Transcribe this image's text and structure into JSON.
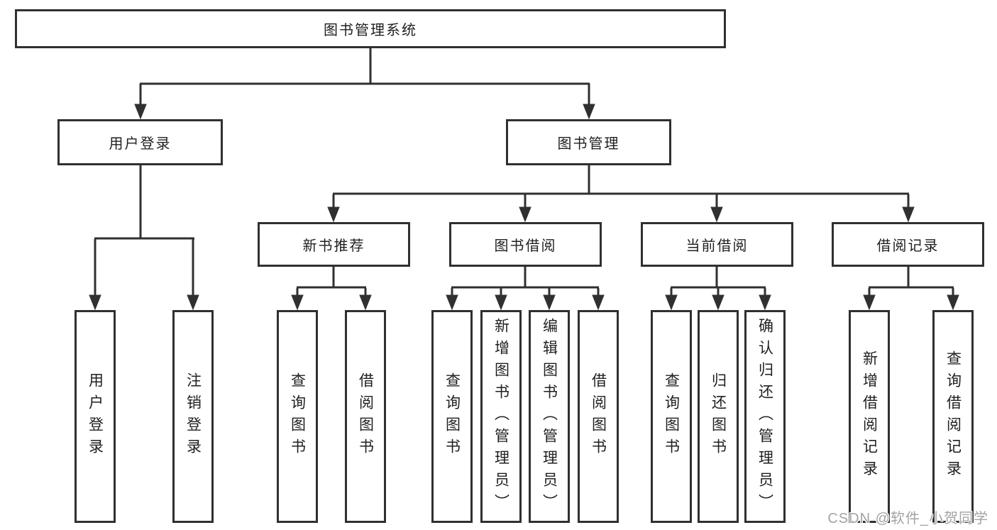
{
  "diagram": {
    "title_node": {
      "label": "图书管理系统"
    },
    "level2": {
      "user_login": {
        "label": "用户登录"
      },
      "book_mgmt": {
        "label": "图书管理"
      }
    },
    "level3": {
      "new_book": {
        "label": "新书推荐"
      },
      "book_borrow": {
        "label": "图书借阅"
      },
      "current_borrow": {
        "label": "当前借阅"
      },
      "borrow_record": {
        "label": "借阅记录"
      }
    },
    "leaves": {
      "user_login": [
        "用户登录",
        "注销登录"
      ],
      "new_book": [
        "查询图书",
        "借阅图书"
      ],
      "book_borrow": [
        "查询图书",
        "新增图书（管理员）",
        "编辑图书（管理员）",
        "借阅图书"
      ],
      "current_borrow": [
        "查询图书",
        "归还图书",
        "确认归还（管理员）"
      ],
      "borrow_record": [
        "新增借阅记录",
        "查询借阅记录"
      ]
    }
  },
  "watermark": {
    "text": "CSDN @软件_小贺同学"
  },
  "colors": {
    "line": "#303030",
    "text": "#1f1f1f",
    "background": "#ffffff",
    "watermark": "#a3a3a3"
  }
}
